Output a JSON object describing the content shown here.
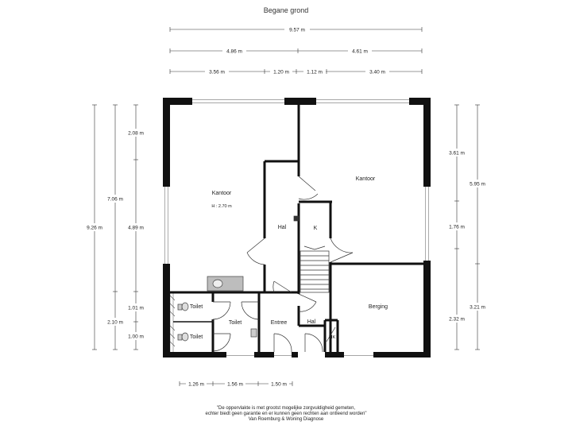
{
  "title": "Begane grond",
  "dimensions": {
    "top_total": "9.57 m",
    "top_left": "4.86 m",
    "top_right": "4.61 m",
    "top_a": "3.56 m",
    "top_b": "1.20 m",
    "top_c": "1.12 m",
    "top_d": "3.40 m",
    "left_total": "9.26 m",
    "left_mid": "7.06 m",
    "left_mid2": "2.10 m",
    "left_a": "2.08 m",
    "left_b": "4.89 m",
    "left_c": "1.01 m",
    "left_d": "1.00 m",
    "right_a": "3.61 m",
    "right_b": "1.76 m",
    "right_c": "2.32 m",
    "right_total_top": "5.95 m",
    "right_total_bottom": "3.21 m",
    "bottom_a": "1.26 m",
    "bottom_b": "1.56 m",
    "bottom_c": "1.50 m"
  },
  "rooms": {
    "kantoor_left": "Kantoor",
    "kantoor_left_height": "H : 2.70 m",
    "kantoor_right": "Kantoor",
    "hal_upper": "Hal",
    "keuken": "K",
    "berging": "Berging",
    "toilet_1": "Toilet",
    "toilet_2": "Toilet",
    "toilet_3": "Toilet",
    "entree": "Entree",
    "hal_lower": "Hal",
    "meterkast": "MK"
  },
  "disclaimer": [
    "\"De oppervlakte is met grootst mogelijke zorgvuldigheid gemeten,",
    "echter biedt geen garantie en er kunnen geen rechten aan ontleend worden\"",
    "Van Roemburg & Woning Diagnose"
  ]
}
